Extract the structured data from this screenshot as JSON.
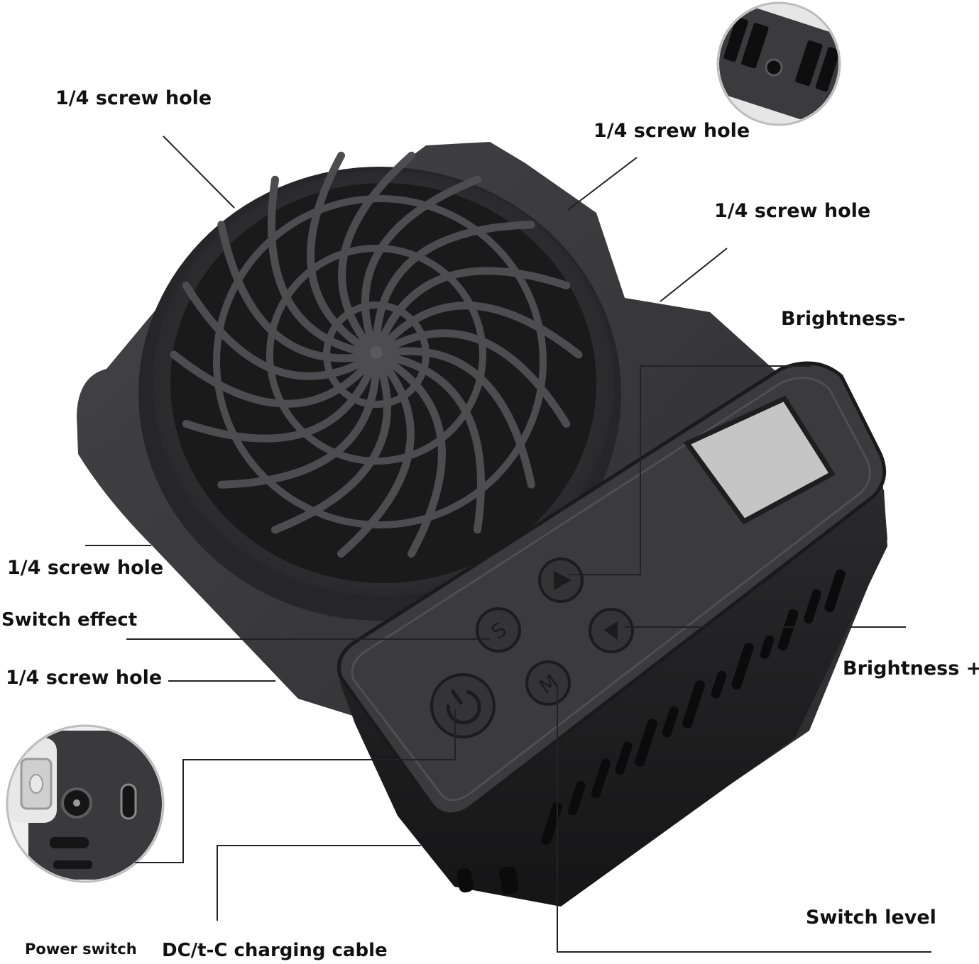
{
  "labels": {
    "screw_hole_top_left": "1/4 screw hole",
    "screw_hole_top_mid": "1/4 screw hole",
    "screw_hole_top_right": "1/4 screw hole",
    "brightness_minus": "Brightness-",
    "screw_hole_left_upper": "1/4 screw hole",
    "switch_effect": "Switch effect",
    "brightness_plus": "Brightness +",
    "screw_hole_left_lower": "1/4 screw hole",
    "switch_level": "Switch level",
    "power_switch": "Power switch",
    "charging_cable": "DC/t-C charging cable"
  },
  "colors": {
    "background": "#ffffff",
    "device_body": "#3a3a3c",
    "device_dark": "#1c1c1e",
    "screen": "#c9c9c9",
    "leader_line": "#222222",
    "text": "#111111"
  },
  "icons": {
    "power": "power-icon",
    "effect": "s-letter-icon",
    "level": "m-letter-icon",
    "brightness_minus": "play-icon",
    "brightness_plus": "triangle-icon"
  }
}
